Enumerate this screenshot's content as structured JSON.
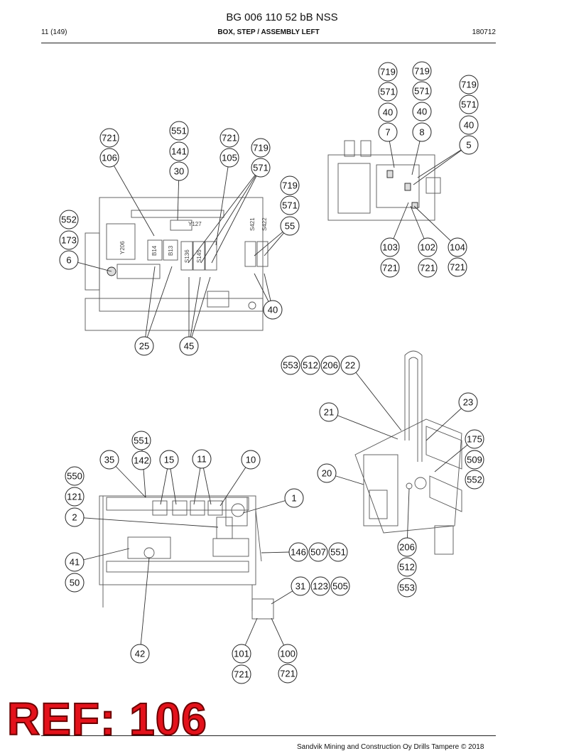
{
  "header": {
    "doc_title": "BG 006 110 52 bB NSS",
    "page_ref": "11 (149)",
    "section_title": "BOX, STEP / ASSEMBLY LEFT",
    "date_code": "180712"
  },
  "footer": {
    "copyright": "Sandvik Mining and Construction Oy Drills Tampere © 2018",
    "ref_stamp": "REF: 106"
  },
  "drawing_labels": {
    "y127": "Y127",
    "y206": "Y206",
    "b14": "B14",
    "b13": "B13",
    "s136": "S136",
    "s145": "S145",
    "s421": "S421",
    "s422": "S422"
  },
  "callouts": [
    {
      "id": "c1",
      "text": "719"
    },
    {
      "id": "c2",
      "text": "719"
    },
    {
      "id": "c3",
      "text": "719"
    },
    {
      "id": "c4",
      "text": "571"
    },
    {
      "id": "c5",
      "text": "571"
    },
    {
      "id": "c6",
      "text": "571"
    },
    {
      "id": "c7",
      "text": "40"
    },
    {
      "id": "c8",
      "text": "40"
    },
    {
      "id": "c9",
      "text": "40"
    },
    {
      "id": "c10",
      "text": "7"
    },
    {
      "id": "c11",
      "text": "8"
    },
    {
      "id": "c12",
      "text": "5"
    },
    {
      "id": "c13",
      "text": "551"
    },
    {
      "id": "c14",
      "text": "721"
    },
    {
      "id": "c15",
      "text": "721"
    },
    {
      "id": "c16",
      "text": "141"
    },
    {
      "id": "c17",
      "text": "719"
    },
    {
      "id": "c18",
      "text": "106"
    },
    {
      "id": "c19",
      "text": "105"
    },
    {
      "id": "c20",
      "text": "30"
    },
    {
      "id": "c21",
      "text": "571"
    },
    {
      "id": "c22",
      "text": "719"
    },
    {
      "id": "c23",
      "text": "571"
    },
    {
      "id": "c24",
      "text": "552"
    },
    {
      "id": "c25",
      "text": "55"
    },
    {
      "id": "c26",
      "text": "173"
    },
    {
      "id": "c27",
      "text": "103"
    },
    {
      "id": "c28",
      "text": "102"
    },
    {
      "id": "c29",
      "text": "104"
    },
    {
      "id": "c30",
      "text": "6"
    },
    {
      "id": "c31",
      "text": "721"
    },
    {
      "id": "c32",
      "text": "721"
    },
    {
      "id": "c33",
      "text": "721"
    },
    {
      "id": "c34",
      "text": "40"
    },
    {
      "id": "c35",
      "text": "25"
    },
    {
      "id": "c36",
      "text": "45"
    },
    {
      "id": "c37",
      "text": "553"
    },
    {
      "id": "c38",
      "text": "512"
    },
    {
      "id": "c39",
      "text": "206"
    },
    {
      "id": "c40",
      "text": "22"
    },
    {
      "id": "c41",
      "text": "23"
    },
    {
      "id": "c42",
      "text": "21"
    },
    {
      "id": "c43",
      "text": "551"
    },
    {
      "id": "c44",
      "text": "175"
    },
    {
      "id": "c45",
      "text": "35"
    },
    {
      "id": "c46",
      "text": "142"
    },
    {
      "id": "c47",
      "text": "15"
    },
    {
      "id": "c48",
      "text": "11"
    },
    {
      "id": "c49",
      "text": "10"
    },
    {
      "id": "c50",
      "text": "509"
    },
    {
      "id": "c51",
      "text": "550"
    },
    {
      "id": "c52",
      "text": "20"
    },
    {
      "id": "c53",
      "text": "552"
    },
    {
      "id": "c54",
      "text": "121"
    },
    {
      "id": "c55",
      "text": "1"
    },
    {
      "id": "c56",
      "text": "2"
    },
    {
      "id": "c57",
      "text": "206"
    },
    {
      "id": "c58",
      "text": "146"
    },
    {
      "id": "c59",
      "text": "507"
    },
    {
      "id": "c60",
      "text": "551"
    },
    {
      "id": "c61",
      "text": "41"
    },
    {
      "id": "c62",
      "text": "512"
    },
    {
      "id": "c63",
      "text": "50"
    },
    {
      "id": "c64",
      "text": "31"
    },
    {
      "id": "c65",
      "text": "123"
    },
    {
      "id": "c66",
      "text": "505"
    },
    {
      "id": "c67",
      "text": "553"
    },
    {
      "id": "c68",
      "text": "42"
    },
    {
      "id": "c69",
      "text": "101"
    },
    {
      "id": "c70",
      "text": "100"
    },
    {
      "id": "c71",
      "text": "721"
    },
    {
      "id": "c72",
      "text": "721"
    }
  ]
}
